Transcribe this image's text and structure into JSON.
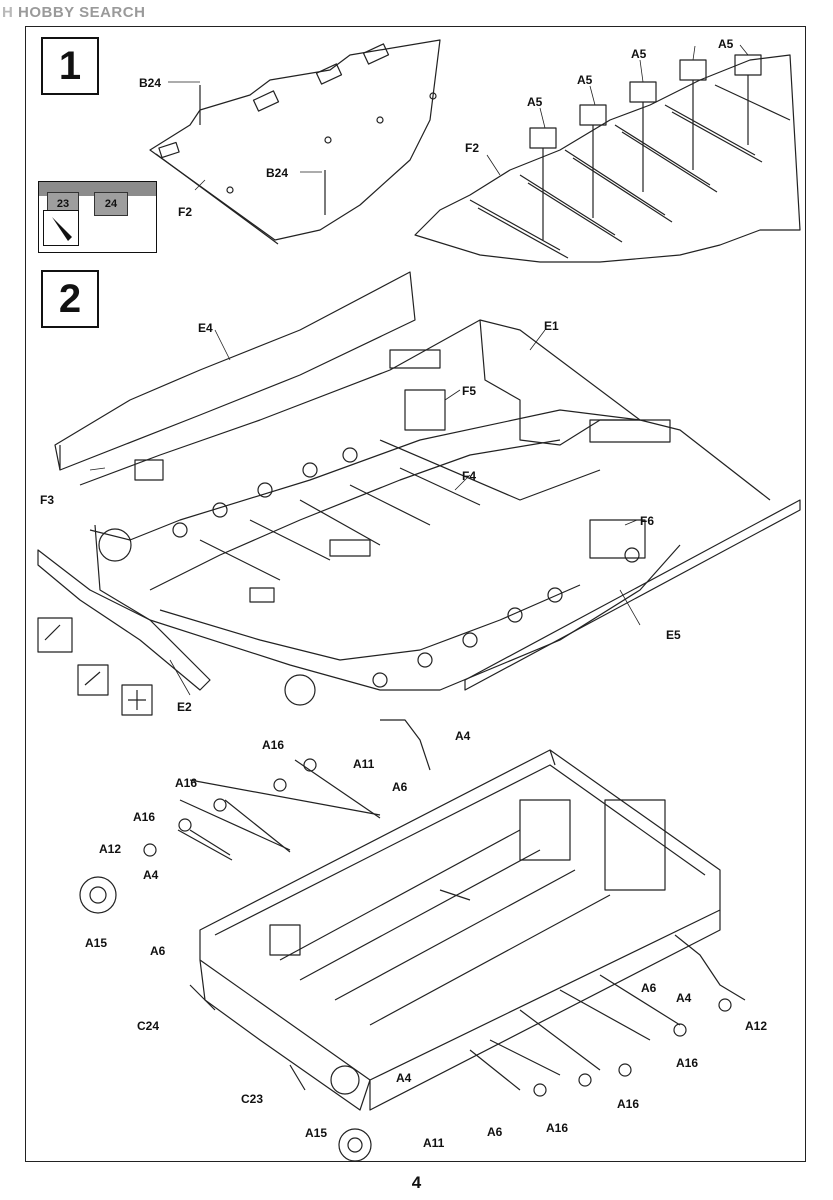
{
  "watermark": {
    "logo": "H",
    "text": "HOBBY SEARCH"
  },
  "steps": {
    "one": "1",
    "two": "2"
  },
  "inset": {
    "tab_a": "23",
    "tab_b": "24"
  },
  "page_number": "4",
  "labels": {
    "b24_top": "B24",
    "b24_mid": "B24",
    "f2_left": "F2",
    "f2_right": "F2",
    "a5_1": "A5",
    "a5_2": "A5",
    "a5_3": "A5",
    "a5_4": "A5",
    "e4": "E4",
    "e1": "E1",
    "f5": "F5",
    "f3": "F3",
    "f4": "F4",
    "f6": "F6",
    "e5": "E5",
    "e2": "E2",
    "a16_1": "A16",
    "a16_2": "A16",
    "a16_3": "A16",
    "a11_top": "A11",
    "a4_top": "A4",
    "a6_top": "A6",
    "a12_left": "A12",
    "a4_left": "A4",
    "a15_left": "A15",
    "a6_left": "A6",
    "c24": "C24",
    "c23": "C23",
    "a4_bottom": "A4",
    "a15_bottom": "A15",
    "a11_bottom": "A11",
    "a6_bottom": "A6",
    "a16_b1": "A16",
    "a16_b2": "A16",
    "a16_r": "A16",
    "a6_right": "A6",
    "a4_right": "A4",
    "a12_right": "A12"
  }
}
